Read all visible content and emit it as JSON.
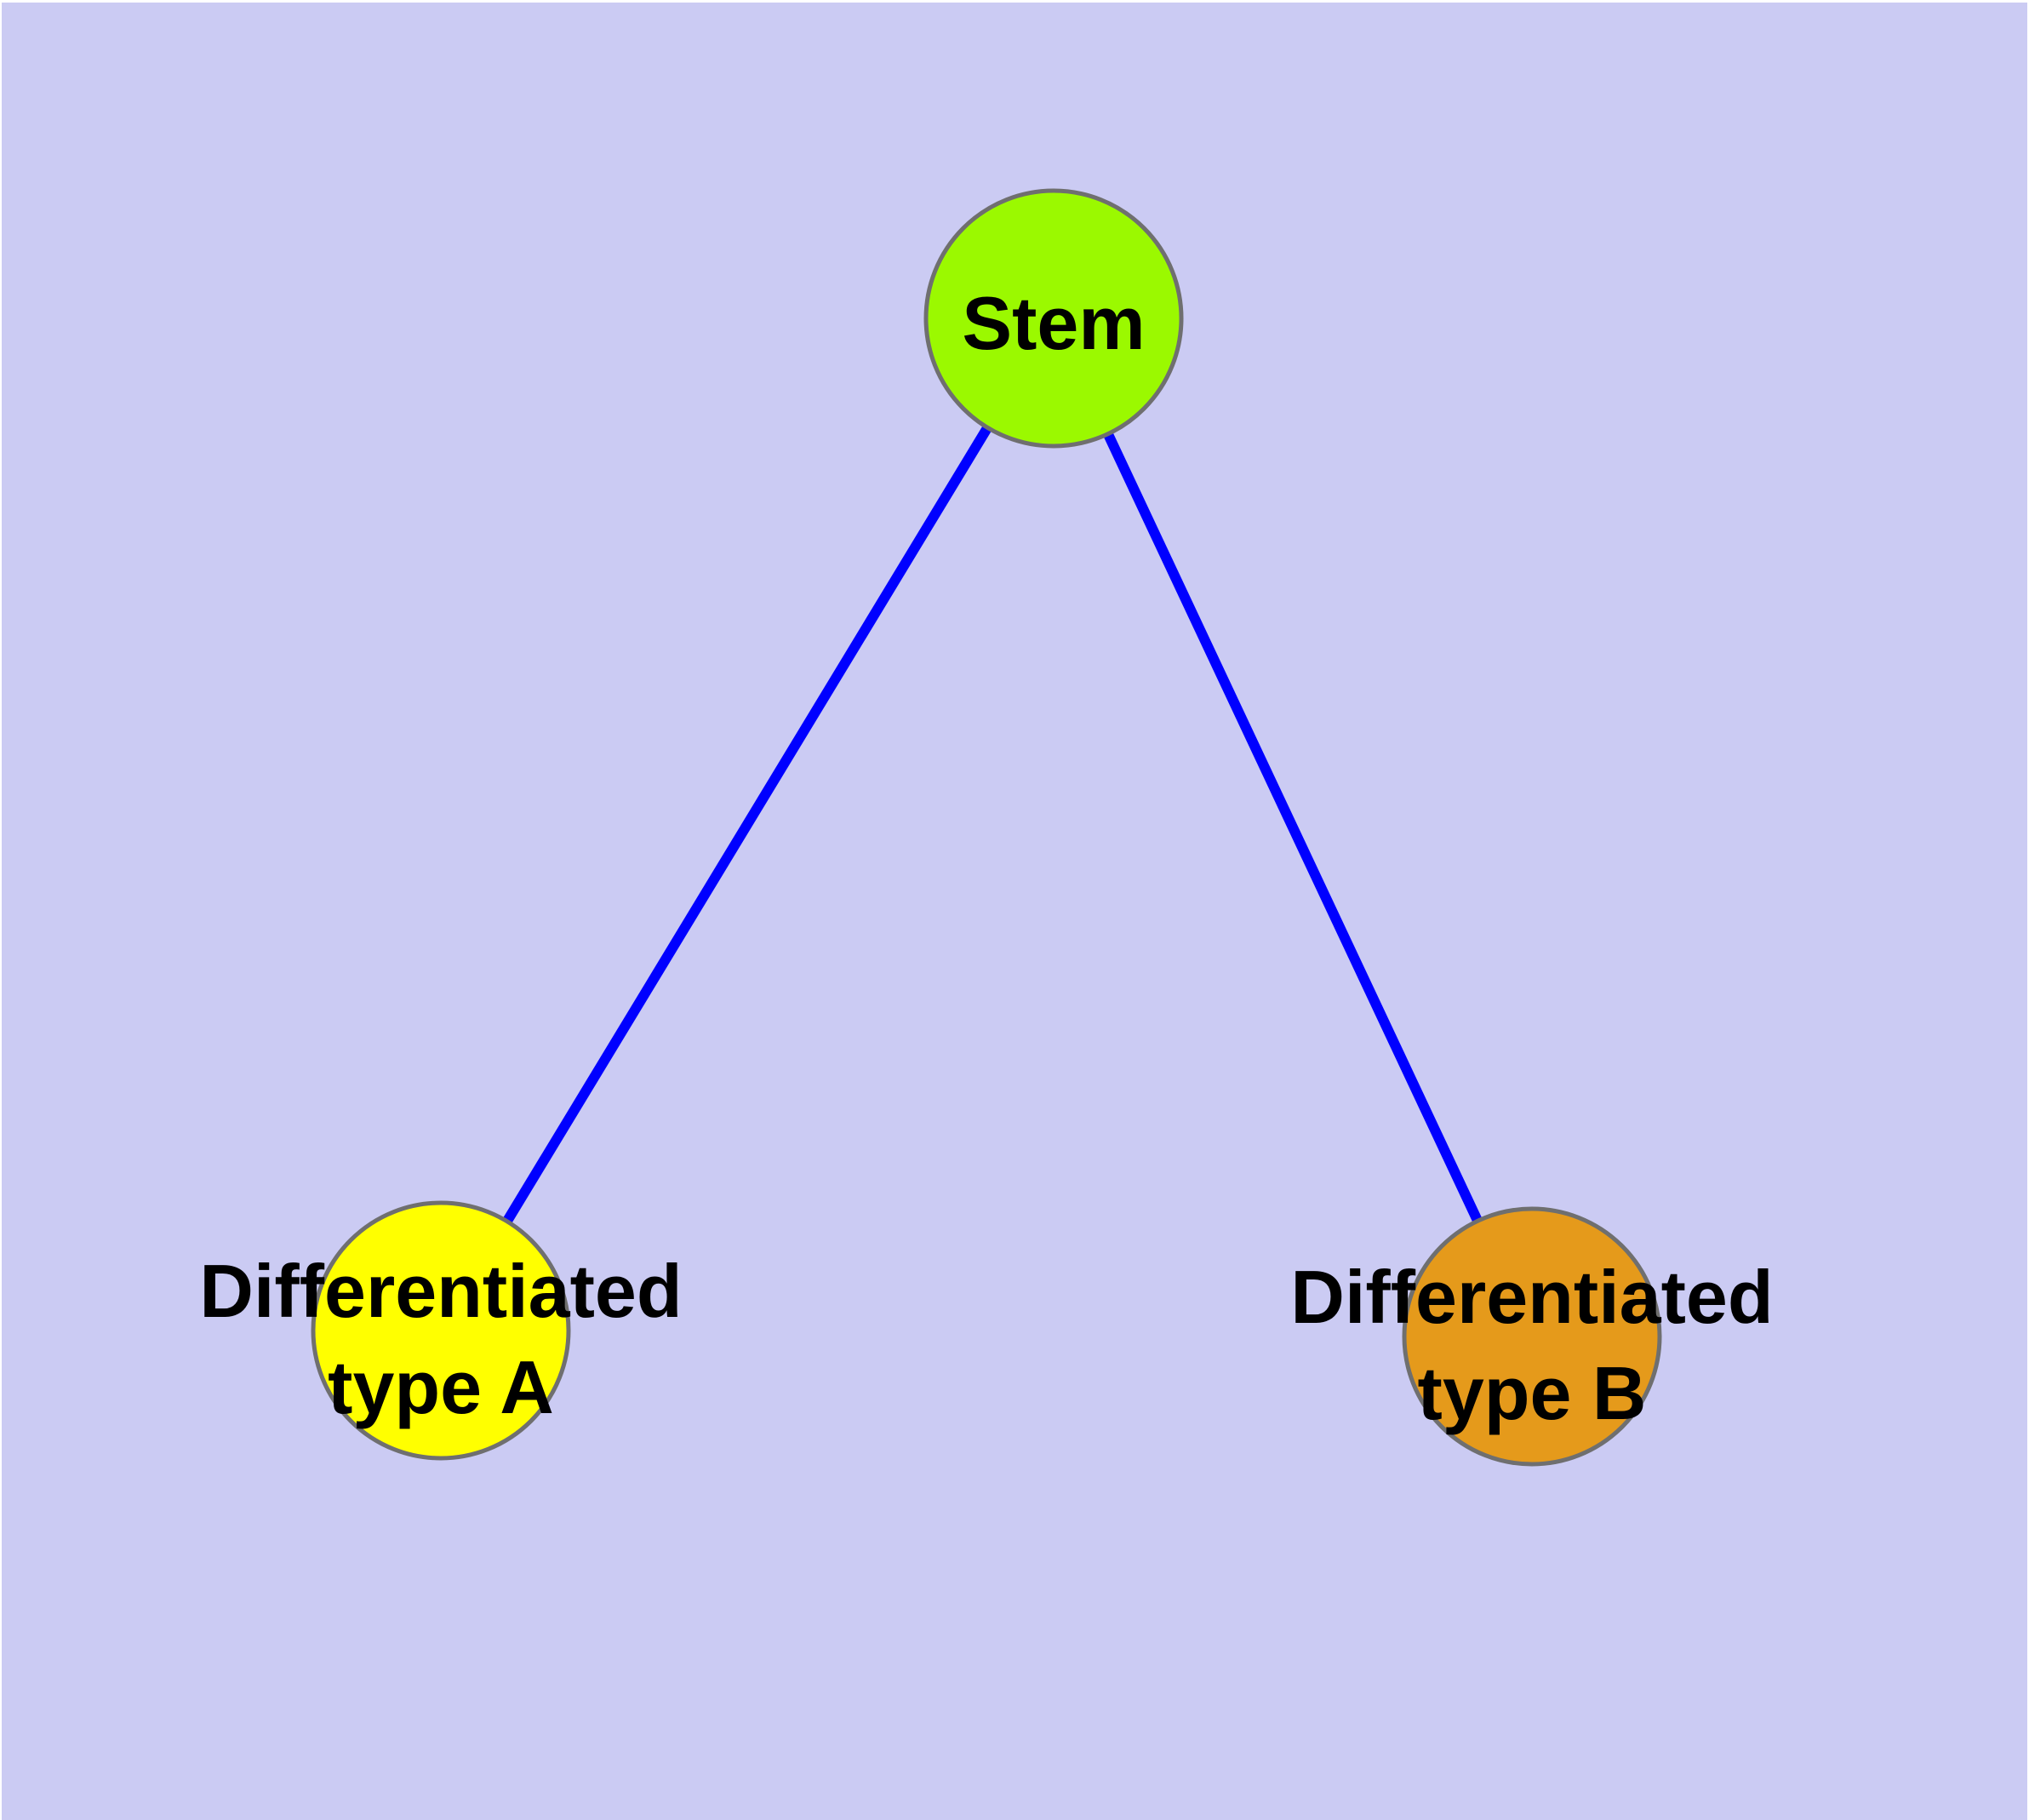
{
  "diagram": {
    "type": "node-link-graph",
    "background_color": "#CBCBF3",
    "margin_color": "#FFFFFF",
    "edge_color": "#0000FF",
    "node_border_color": "#6F6F6F",
    "label_color": "#000000",
    "nodes": [
      {
        "id": "stem",
        "label": "Stem",
        "label_lines": [
          "Stem"
        ],
        "fill": "#9BF900"
      },
      {
        "id": "differentiated-type-a",
        "label": "Differentiated type A",
        "label_lines": [
          "Differentiated",
          "type A"
        ],
        "fill": "#FFFF00"
      },
      {
        "id": "differentiated-type-b",
        "label": "Differentiated type B",
        "label_lines": [
          "Differentiated",
          "type B"
        ],
        "fill": "#E59A1B"
      }
    ],
    "edges": [
      {
        "from": "stem",
        "to": "differentiated-type-a"
      },
      {
        "from": "stem",
        "to": "differentiated-type-b"
      }
    ]
  }
}
